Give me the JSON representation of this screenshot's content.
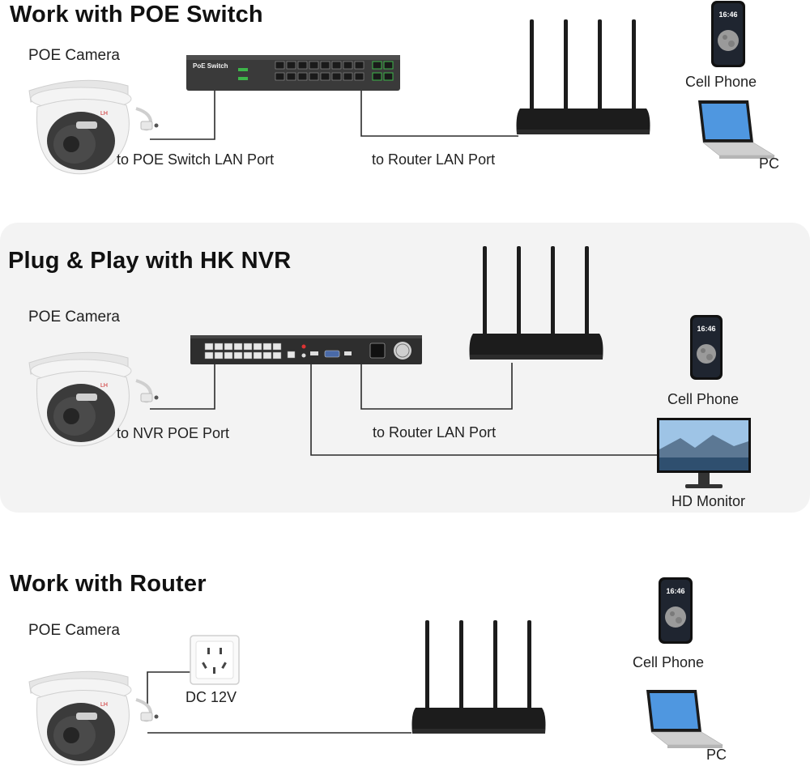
{
  "sections": {
    "poe_switch": {
      "title": "Work with POE Switch",
      "camera_label": "POE Camera",
      "switch_text": "PoE Switch",
      "link_switch": "to POE Switch LAN Port",
      "link_router": "to Router LAN Port",
      "phone_label": "Cell Phone",
      "pc_label": "PC"
    },
    "nvr": {
      "title": "Plug & Play with HK NVR",
      "camera_label": "POE Camera",
      "link_nvr": "to NVR POE Port",
      "link_router": "to Router LAN Port",
      "phone_label": "Cell Phone",
      "monitor_label": "HD Monitor"
    },
    "router": {
      "title": "Work with Router",
      "camera_label": "POE Camera",
      "power_label": "DC 12V",
      "phone_label": "Cell Phone",
      "pc_label": "PC"
    }
  },
  "phone_time": "16:46",
  "colors": {
    "panel_bg": "#f3f3f3",
    "cable": "#2b2b2b",
    "router_body": "#1c1c1c",
    "switch_body": "#3a3a3a",
    "port_green": "#3db54a",
    "camera_shell": "#f2f2f2",
    "monitor_sky": "#9ec4e6"
  }
}
